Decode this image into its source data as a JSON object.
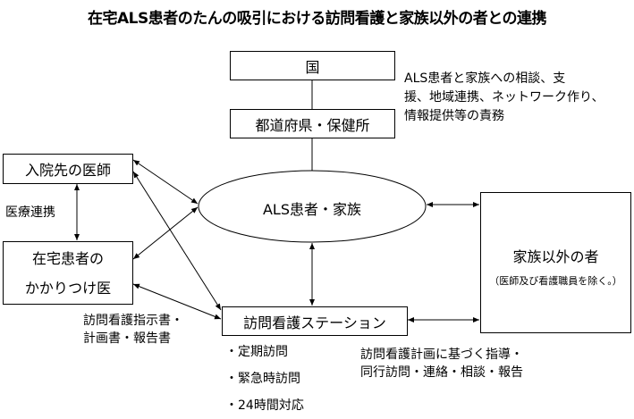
{
  "title": "在宅ALS患者のたんの吸引における訪問看護と家族以外の者との連携",
  "nodes": {
    "country": "国",
    "prefecture": "都道府県・保健所",
    "patient_family": "ALS患者・家族",
    "hospital_doctor": "入院先の医師",
    "home_doctor_line1": "在宅患者の",
    "home_doctor_line2": "かかりつけ医",
    "nursing_station": "訪問看護ステーション",
    "non_family": "家族以外の者",
    "non_family_note": "（医師及び看護職員を除く。）"
  },
  "annotations": {
    "gov_duties": [
      "ALS患者と家族への相談、支",
      "援、地域連携、ネットワーク作り、",
      "情報提供等の責務"
    ],
    "medical_collab": "医療連携",
    "instruction_docs": [
      "訪問看護指示書・",
      "計画書・報告書"
    ],
    "station_services": [
      "・定期訪問",
      "・緊急時訪問",
      "・24時間対応"
    ],
    "guidance": [
      "訪問看護計画に基づく指導・",
      "同行訪問・連絡・相談・報告"
    ]
  }
}
